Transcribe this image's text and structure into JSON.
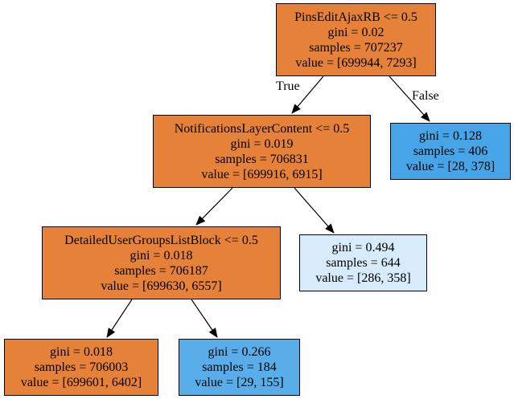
{
  "tree": {
    "nodes": [
      {
        "id": "n0",
        "split": "PinsEditAjaxRB <= 0.5",
        "gini": "gini = 0.02",
        "samples": "samples = 707237",
        "value": "value = [699944, 7293]",
        "fill": "#e58139"
      },
      {
        "id": "n1",
        "split": "NotificationsLayerContent <= 0.5",
        "gini": "gini = 0.019",
        "samples": "samples = 706831",
        "value": "value = [699916, 6915]",
        "fill": "#e58139"
      },
      {
        "id": "n2",
        "split": "",
        "gini": "gini = 0.128",
        "samples": "samples = 406",
        "value": "value = [28, 378]",
        "fill": "#47a4e7"
      },
      {
        "id": "n3",
        "split": "DetailedUserGroupsListBlock <= 0.5",
        "gini": "gini = 0.018",
        "samples": "samples = 706187",
        "value": "value = [699630, 6557]",
        "fill": "#e58139"
      },
      {
        "id": "n4",
        "split": "",
        "gini": "gini = 0.494",
        "samples": "samples = 644",
        "value": "value = [286, 358]",
        "fill": "#d7ebfa"
      },
      {
        "id": "n5",
        "split": "",
        "gini": "gini = 0.018",
        "samples": "samples = 706003",
        "value": "value = [699601, 6402]",
        "fill": "#e58139"
      },
      {
        "id": "n6",
        "split": "",
        "gini": "gini = 0.266",
        "samples": "samples = 184",
        "value": "value = [29, 155]",
        "fill": "#59ade9"
      }
    ],
    "edges": [
      {
        "from": "n0",
        "to": "n1",
        "label": "True"
      },
      {
        "from": "n0",
        "to": "n2",
        "label": "False"
      },
      {
        "from": "n1",
        "to": "n3",
        "label": ""
      },
      {
        "from": "n1",
        "to": "n4",
        "label": ""
      },
      {
        "from": "n3",
        "to": "n5",
        "label": ""
      },
      {
        "from": "n3",
        "to": "n6",
        "label": ""
      }
    ]
  }
}
